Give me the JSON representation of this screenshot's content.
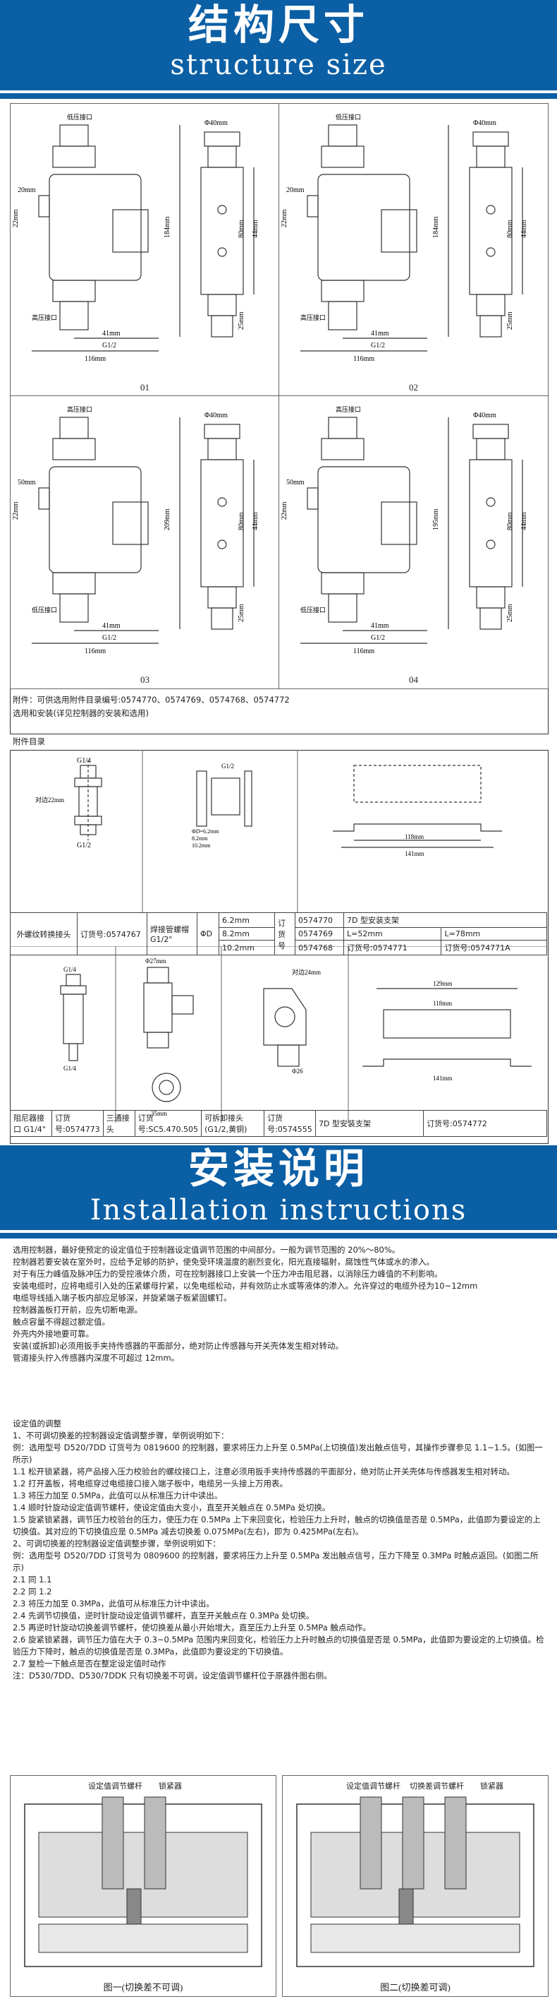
{
  "section1": {
    "title_cn": "结构尺寸",
    "title_en": "structure size"
  },
  "drawings": [
    {
      "caption": "01",
      "d_top": "Φ40mm",
      "d_left": "20mm",
      "d_side": "22mm",
      "h1": "184mm",
      "h2": "80mm",
      "h3": "44mm",
      "w1": "41mm",
      "w2": "116mm",
      "thread": "G1/2",
      "bot": "25mm",
      "label_hp": "高压接口",
      "label_lp": "低压接口"
    },
    {
      "caption": "02",
      "d_top": "Φ40mm",
      "d_left": "20mm",
      "d_side": "22mm",
      "h1": "184mm",
      "h2": "80mm",
      "h3": "44mm",
      "w1": "41mm",
      "w2": "116mm",
      "thread": "G1/2",
      "bot": "25mm",
      "label_hp": "高压接口",
      "label_lp": "低压接口"
    },
    {
      "caption": "03",
      "d_top": "Φ40mm",
      "d_left": "50mm",
      "d_side": "22mm",
      "h1": "209mm",
      "h2": "80mm",
      "h3": "44mm",
      "w1": "41mm",
      "w2": "116mm",
      "thread": "G1/2",
      "bot": "25mm",
      "label_hp": "低压接口",
      "label_lp": "高压接口"
    },
    {
      "caption": "04",
      "d_top": "Φ40mm",
      "d_left": "50mm",
      "d_side": "22mm",
      "h1": "195mm",
      "h2": "80mm",
      "h3": "44mm",
      "w1": "41mm",
      "w2": "116mm",
      "thread": "G1/2",
      "bot": "25mm",
      "label_hp": "低压接口",
      "label_lp": "高压接口"
    }
  ],
  "attach_note": "附件：可供选用附件目录编号:0574770、0574769、0574768、0574772",
  "attach_note2": "选用和安装(详见控制器的安装和选用)",
  "catalog_title": "附件目录",
  "catalog": {
    "r1": {
      "item1_name": "外螺纹转换接头",
      "item1_no": "订货号:0574767",
      "item2_name": "焊接管螺帽 G1/2\"",
      "phi": "ΦD",
      "sizes": [
        "6.2mm",
        "8.2mm",
        "10.2mm"
      ],
      "no_label": "订货号",
      "nos": [
        "0574770",
        "0574769",
        "0574768"
      ],
      "item3_name": "7D 型安装支架",
      "l1": "L=52mm",
      "l2": "L=78mm",
      "no3a": "订货号:0574771",
      "no3b": "订货号:0574771A"
    },
    "r2": {
      "a_name": "阻尼器接口 G1/4\"",
      "a_no": "订货号:0574773",
      "b_name": "三通接头",
      "b_no": "订货号:SC5.470.505",
      "c_name": "可拆卸接头(G1/2,黄铜)",
      "c_no": "订货号:0574555",
      "d_name": "7D 型安装支架",
      "d_no": "订货号:0574772"
    }
  },
  "section2": {
    "title_cn": "安装说明",
    "title_en": "Installation instructions"
  },
  "para1": [
    "选用控制器，最好使预定的设定值位于控制器设定值调节范围的中间部分。一般为调节范围的 20%～80%。",
    "控制器若要安装在室外时，应给予足够的防护，使免受环境温度的剧烈变化，阳光直接辐射，腐蚀性气体或水的渗入。",
    "对于有压力峰值及脉冲压力的受控液体介质，可在控制器接口上安装一个压力冲击阻尼器，以消除压力峰值的不利影响。",
    "安装电缆时，应将电缆引入处的压紧螺母拧紧，以免电缆松动，并有效防止水或等液体的渗入。允许穿过的电缆外径为10~12mm",
    "电缆导线插入端子板内部应足够深，并旋紧端子板紧固螺钉。",
    "控制器盖板打开前，应先切断电源。",
    "触点容量不得超过额定值。",
    "外壳内外接地要可靠。",
    "安装(或拆卸)必须用扳手夹持传感器的平面部分，绝对防止传感器与开关壳体发生相对转动。",
    "管道接头拧入传感器内深度不可超过 12mm。"
  ],
  "para2": [
    "设定值的调整",
    "1、不可调切换差的控制器设定值调整步骤，举例说明如下：",
    "例：选用型号 D520/7DD 订货号为 0819600 的控制器，要求将压力上升至 0.5MPa(上切换值)发出触点信号，其操作步骤参见 1.1~1.5。(如图一所示)",
    "1.1 松开锁紧器，将产品接入压力校验台的螺纹接口上，注意必须用扳手夹持传感器的平面部分，绝对防止开关壳体与传感器发生相对转动。",
    "1.2 打开盖板，将电缆穿过电缆接口接入端子板中，电缆另一头接上万用表。",
    "1.3 将压力加至 0.5MPa，此值可以从标准压力计中读出。",
    "1.4 顺时针旋动设定值调节螺杆，使设定值由大变小，直至开关触点在 0.5MPa 处切换。",
    "1.5 旋紧锁紧器，调节压力校验台的压力，使压力在 0.5MPa 上下来回变化，检验压力上升时，触点的切换值是否是 0.5MPa，此值即为要设定的上切换值。其对应的下切换值应是 0.5MPa 减去切换差 0.075MPa(左右)，即为 0.425MPa(左右)。",
    "2、可调切换差的控制器设定值调整步骤，举例说明如下：",
    "例：选用型号 D520/7DD 订货号为 0809600 的控制器，要求将压力上升至 0.5MPa 发出触点信号，压力下降至 0.3MPa 时触点返回。(如图二所示)",
    "2.1 同 1.1",
    "2.2 同 1.2",
    "2.3 将压力加至 0.3MPa，此值可从标准压力计中读出。",
    "2.4 先调节切换值，逆时针旋动设定值调节螺杆，直至开关触点在 0.3MPa 处切换。",
    "2.5 再逆时针旋动切换差调节螺杆，使切换差从最小开始增大，直至压力上升至 0.5MPa 触点动作。",
    "2.6 旋紧锁紧器，调节压力值在大于 0.3~0.5MPa 范围内来回变化，检验压力上升时触点的切换值是否是 0.5MPa，此值即为要设定的上切换值。检验压力下降时，触点的切换值是否是 0.3MPa，此值即为要设定的下切换值。",
    "2.7 复检一下触点是否在整定设定值时动作",
    "注：D530/7DD、D530/7DDK 只有切换差不可调，设定值调节螺杆位于原器件图右侧。"
  ],
  "fig1": {
    "caption": "图一(切换差不可调)",
    "l1": "设定值调节螺杆",
    "l2": "锁紧器"
  },
  "fig2": {
    "caption": "图二(切换差可调)",
    "l1": "设定值调节螺杆",
    "l2": "切换差调节螺杆",
    "l3": "锁紧器"
  }
}
